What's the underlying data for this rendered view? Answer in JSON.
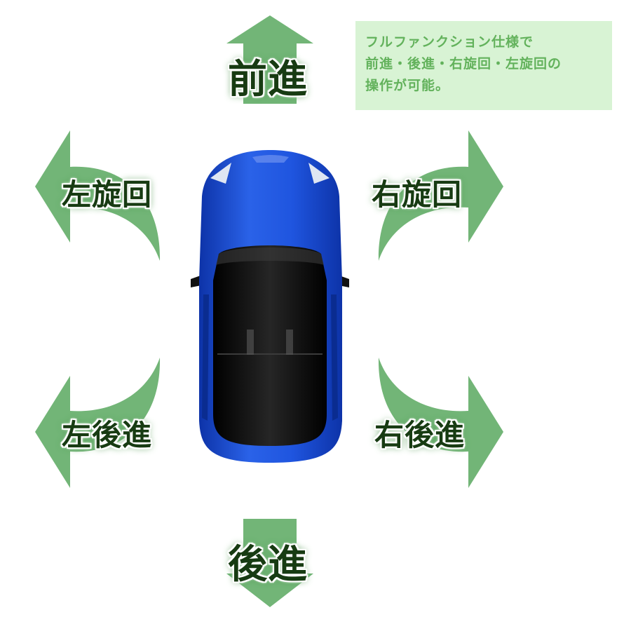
{
  "directions": {
    "forward": "前進",
    "backward": "後進",
    "left_turn": "左旋回",
    "right_turn": "右旋回",
    "left_back": "左後進",
    "right_back": "右後進"
  },
  "note": {
    "line1": "フルファンクション仕様で",
    "line2": "前進・後進・右旋回・左旋回の",
    "line3": "操作が可能。"
  },
  "colors": {
    "arrow": "#72b577",
    "label_text": "#173b12",
    "note_bg": "#d8f3d4",
    "note_text": "#63b25c",
    "car_body": "#1d4fd1",
    "car_roof": "#0b0b0b"
  },
  "icons": {
    "car": "toy-car-top-view",
    "arrows": "direction-arrows"
  }
}
